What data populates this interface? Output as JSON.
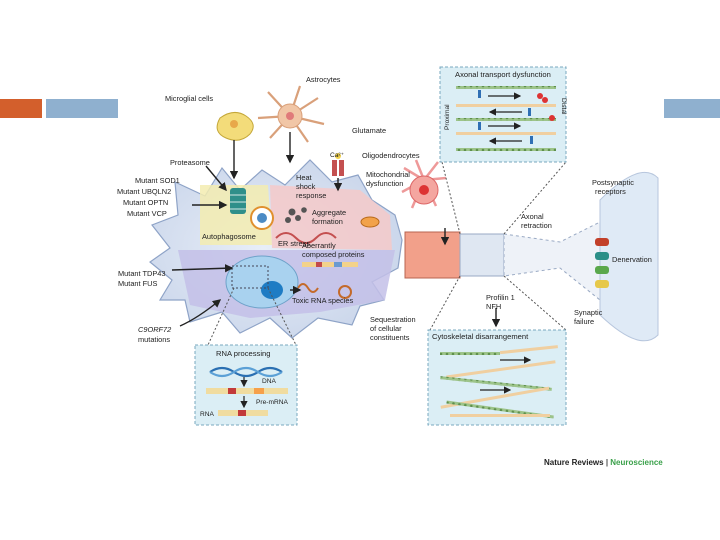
{
  "slide": {
    "accent_orange": "#d35f2c",
    "accent_blue": "#8fb0cf"
  },
  "cell": {
    "microglial": "Microglial cells",
    "astrocytes": "Astrocytes",
    "glutamate": "Glutamate",
    "ca": "Ca²⁺",
    "oligodendrocytes": "Oligodendrocytes",
    "mito": [
      "Mitochondrial",
      "dysfunction"
    ],
    "proteasome": "Proteasome",
    "mutants_top": [
      "Mutant SOD1",
      "Mutant UBQLN2",
      "Mutant OPTN",
      "Mutant VCP"
    ],
    "heat_shock": [
      "Heat",
      "shock",
      "response"
    ],
    "aggregate": [
      "Aggregate",
      "formation"
    ],
    "autophagosome": "Autophagosome",
    "er_stress": "ER stress",
    "aberrant": [
      "Aberrantly",
      "composed proteins"
    ],
    "toxic_rna": "Toxic RNA species",
    "mutants_mid": [
      "Mutant TDP43",
      "Mutant FUS"
    ],
    "c9": [
      "C9ORF72",
      "mutations"
    ],
    "sequestration": [
      "Sequestration",
      "of cellular",
      "constituents"
    ],
    "axonal_retraction": [
      "Axonal",
      "retraction"
    ],
    "postsynaptic": [
      "Postsynaptic",
      "receptors"
    ],
    "denervation": "Denervation",
    "synaptic_failure": [
      "Synaptic",
      "failure"
    ],
    "profilin": [
      "Profilin 1",
      "NFH"
    ]
  },
  "transport_box": {
    "title": "Axonal transport dysfunction",
    "proximal": "Proximal",
    "distal": "Distal"
  },
  "cyto_box": {
    "title": "Cytoskeletal disarrangement"
  },
  "rna_box": {
    "title": "RNA processing",
    "dna": "DNA",
    "pre_mrna": "Pre-mRNA",
    "rna": "RNA"
  },
  "credit": {
    "journal": "Nature Reviews",
    "separator": " | ",
    "field": "Neuroscience",
    "field_color": "#3aa04a"
  }
}
